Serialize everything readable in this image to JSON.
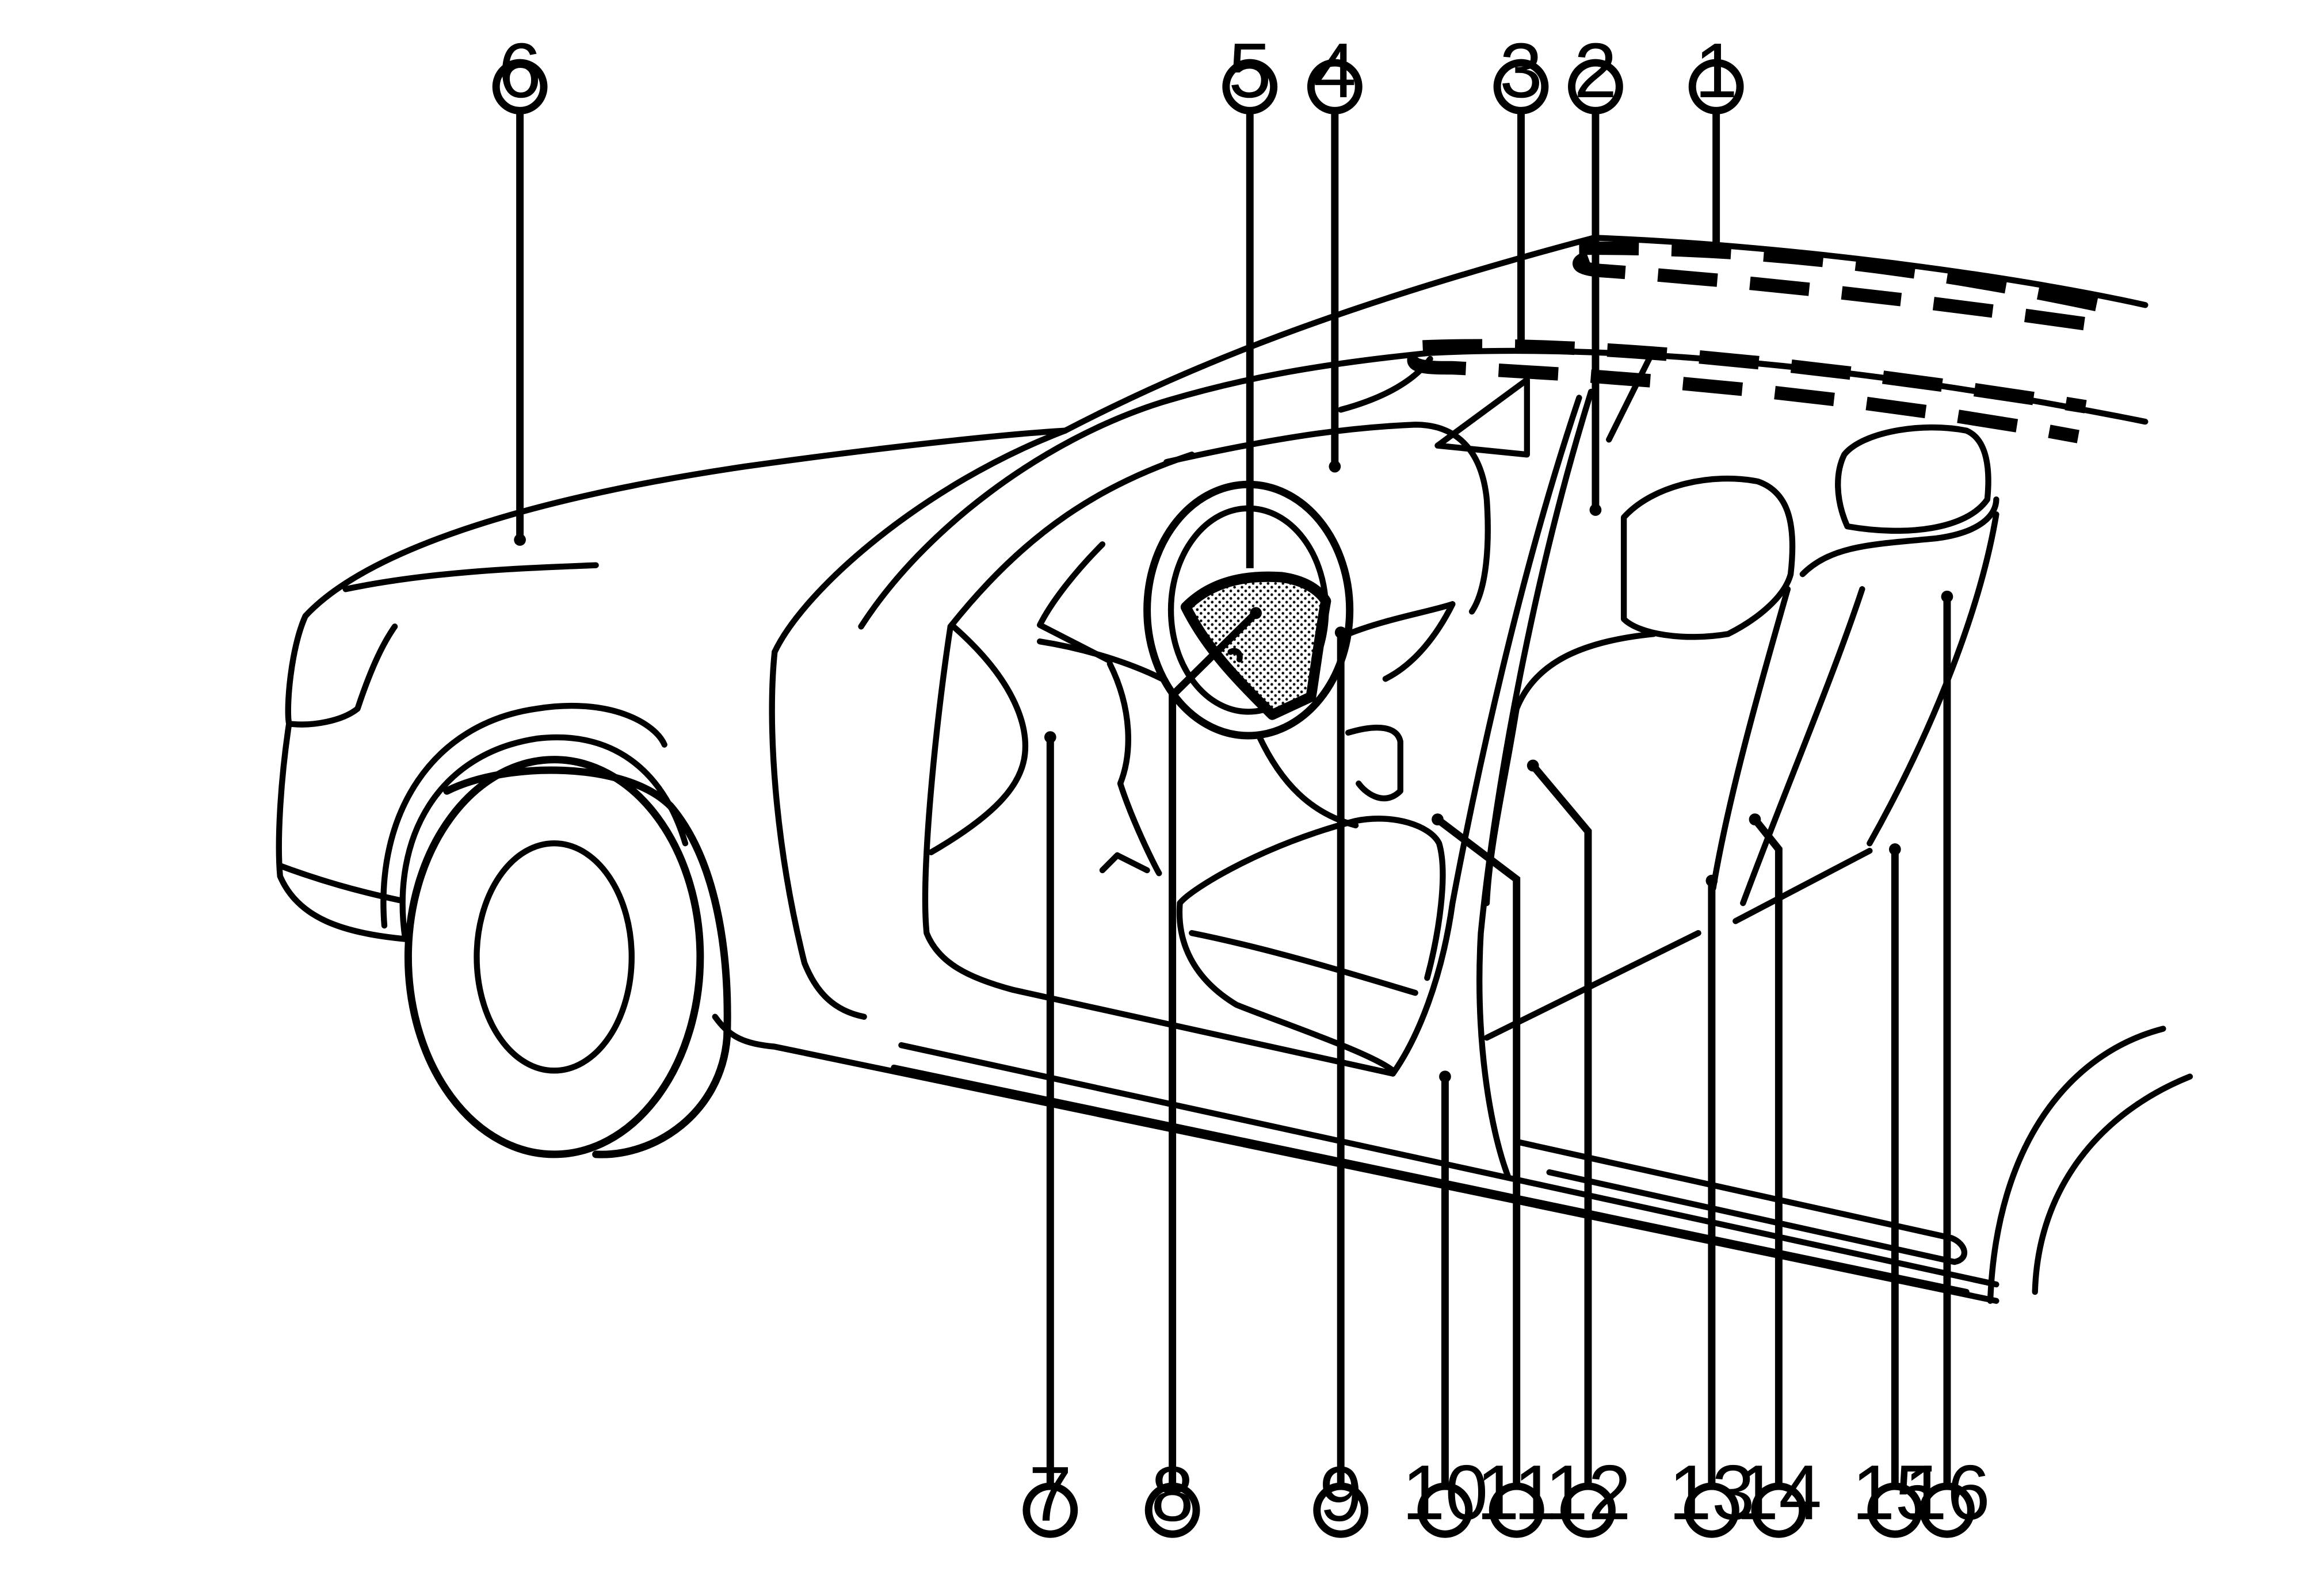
{
  "callouts": [
    {
      "id": "1",
      "label": "1"
    },
    {
      "id": "2",
      "label": "2"
    },
    {
      "id": "3",
      "label": "3"
    },
    {
      "id": "4",
      "label": "4"
    },
    {
      "id": "5",
      "label": "5"
    },
    {
      "id": "6",
      "label": "6"
    },
    {
      "id": "7",
      "label": "7"
    },
    {
      "id": "8",
      "label": "8"
    },
    {
      "id": "9",
      "label": "9"
    },
    {
      "id": "10",
      "label": "10"
    },
    {
      "id": "11",
      "label": "11"
    },
    {
      "id": "12",
      "label": "12"
    },
    {
      "id": "13",
      "label": "13"
    },
    {
      "id": "14",
      "label": "14"
    },
    {
      "id": "15",
      "label": "15"
    },
    {
      "id": "16",
      "label": "16"
    }
  ],
  "colors": {
    "line": "#000000",
    "background": "#ffffff",
    "airbag_fill": "#cfcfcf"
  }
}
